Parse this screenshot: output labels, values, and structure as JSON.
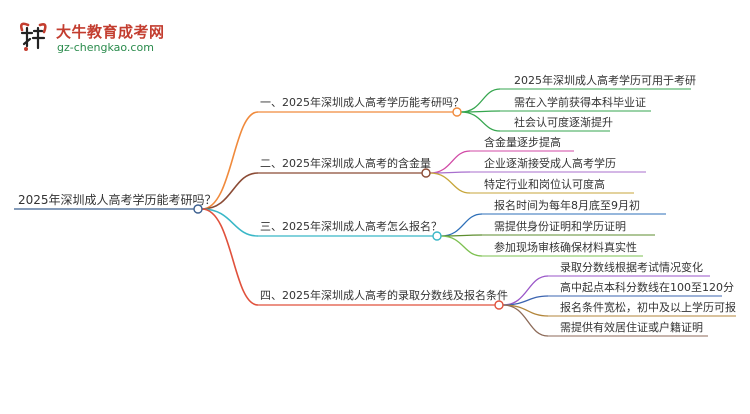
{
  "brand": {
    "name": "大牛教育成考网",
    "url": "gz-chengkao.com"
  },
  "mindmap": {
    "root": "2025年深圳成人高考学历能考研吗？",
    "branches": [
      {
        "title": "一、2025年深圳成人高考学历能考研吗？",
        "color": "#f08a3c",
        "children": [
          {
            "text": "2025年深圳成人高考学历可用于考研",
            "color": "#36a64f"
          },
          {
            "text": "需在入学前获得本科毕业证",
            "color": "#36a64f"
          },
          {
            "text": "社会认可度逐渐提升",
            "color": "#36a64f"
          }
        ]
      },
      {
        "title": "二、2025年深圳成人高考的含金量",
        "color": "#8b4b35",
        "children": [
          {
            "text": "含金量逐步提高",
            "color": "#d14aa6"
          },
          {
            "text": "企业逐渐接受成人高考学历",
            "color": "#a86fce"
          },
          {
            "text": "特定行业和岗位认可度高",
            "color": "#c7a63b"
          }
        ]
      },
      {
        "title": "三、2025年深圳成人高考怎么报名？",
        "color": "#39b7c7",
        "children": [
          {
            "text": "报名时间为每年8月底至9月初",
            "color": "#2d6fb8"
          },
          {
            "text": "需提供身份证明和学历证明",
            "color": "#5e8e2f"
          },
          {
            "text": "参加现场审核确保材料真实性",
            "color": "#7dc050"
          }
        ]
      },
      {
        "title": "四、2025年深圳成人高考的录取分数线及报名条件",
        "color": "#e0513c",
        "children": [
          {
            "text": "录取分数线根据考试情况变化",
            "color": "#9a56c8"
          },
          {
            "text": "高中起点本科分数线在100至120分",
            "color": "#3b64b0"
          },
          {
            "text": "报名条件宽松，初中及以上学历可报",
            "color": "#b3863b"
          },
          {
            "text": "需提供有效居住证或户籍证明",
            "color": "#8c6a58"
          }
        ]
      }
    ]
  }
}
